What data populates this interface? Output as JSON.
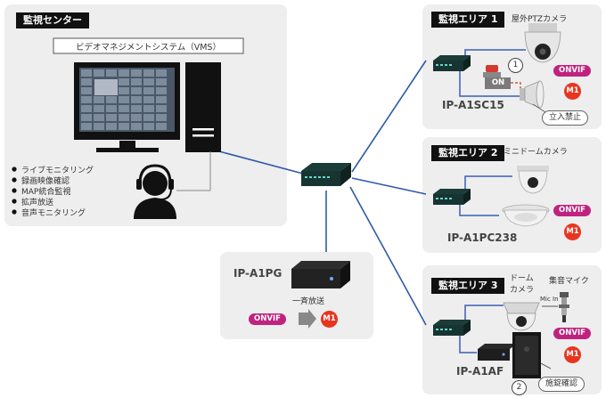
{
  "center": {
    "title": "監視センター",
    "vms_label": "ビデオマネジメントシステム（VMS）",
    "features": [
      "ライブモニタリング",
      "録画映像確認",
      "MAP統合監視",
      "拡声放送",
      "音声モニタリング"
    ]
  },
  "area1": {
    "title": "監視エリア 1",
    "camera_label": "屋外PTZカメラ",
    "model": "IP-A1SC15",
    "on_label": "ON",
    "step": "1",
    "callout": "立入禁止",
    "onvif": "ONVIF",
    "m1": "M1"
  },
  "area2": {
    "title": "監視エリア 2",
    "camera_label": "ミニドームカメラ",
    "model": "IP-A1PC238",
    "onvif": "ONVIF",
    "m1": "M1"
  },
  "area3": {
    "title": "監視エリア 3",
    "camera_label_1": "ドーム",
    "camera_label_2": "カメラ",
    "mic_label": "集音マイク",
    "mic_in": "Mic In",
    "model": "IP-A1AF",
    "step": "2",
    "callout": "施錠確認",
    "onvif": "ONVIF",
    "m1": "M1"
  },
  "pg": {
    "model": "IP-A1PG",
    "broadcast": "一斉放送",
    "onvif": "ONVIF",
    "m1": "M1"
  },
  "colors": {
    "panel": "#eeeeee",
    "line": "#2f5aa8",
    "device_cable": "#3a5fb0",
    "onvif": "#c0237f",
    "m1": "#e8351f",
    "alert": "#d43a2c"
  }
}
